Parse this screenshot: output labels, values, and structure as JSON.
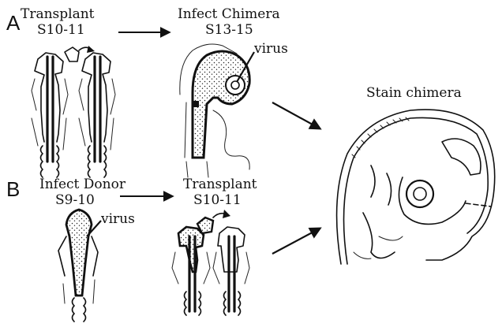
{
  "panel_a": {
    "letter": "A",
    "step1_title": "Transplant",
    "step1_stage": "S10-11",
    "step2_title": "Infect Chimera",
    "step2_stage": "S13-15",
    "virus_label": "virus"
  },
  "panel_b": {
    "letter": "B",
    "step1_title": "Infect Donor",
    "step1_stage": "S9-10",
    "step2_title": "Transplant",
    "step2_stage": "S10-11",
    "virus_label": "virus"
  },
  "final": {
    "title": "Stain chimera"
  }
}
